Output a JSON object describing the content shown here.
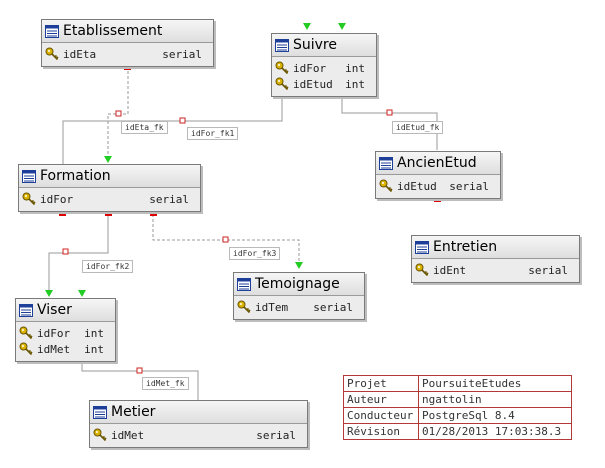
{
  "tables": {
    "etablissement": {
      "name": "Etablissement",
      "columns": [
        {
          "name": "idEta",
          "type": "serial",
          "icon": "key-icon"
        }
      ]
    },
    "suivre": {
      "name": "Suivre",
      "columns": [
        {
          "name": "idFor",
          "type": "int",
          "icon": "key-icon"
        },
        {
          "name": "idEtud",
          "type": "int",
          "icon": "key-icon"
        }
      ]
    },
    "formation": {
      "name": "Formation",
      "columns": [
        {
          "name": "idFor",
          "type": "serial",
          "icon": "key-icon"
        }
      ]
    },
    "ancienetud": {
      "name": "AncienEtud",
      "columns": [
        {
          "name": "idEtud",
          "type": "serial",
          "icon": "key-icon"
        }
      ]
    },
    "entretien": {
      "name": "Entretien",
      "columns": [
        {
          "name": "idEnt",
          "type": "serial",
          "icon": "key-icon"
        }
      ]
    },
    "temoignage": {
      "name": "Temoignage",
      "columns": [
        {
          "name": "idTem",
          "type": "serial",
          "icon": "key-icon"
        }
      ]
    },
    "viser": {
      "name": "Viser",
      "columns": [
        {
          "name": "idFor",
          "type": "int",
          "icon": "key-icon"
        },
        {
          "name": "idMet",
          "type": "int",
          "icon": "key-icon"
        }
      ]
    },
    "metier": {
      "name": "Metier",
      "columns": [
        {
          "name": "idMet",
          "type": "serial",
          "icon": "key-icon"
        }
      ]
    }
  },
  "relations": {
    "ideta_fk": "idEta_fk",
    "idfor_fk1": "idFor_fk1",
    "idetud_fk": "idEtud_fk",
    "idfor_fk2": "idFor_fk2",
    "idfor_fk3": "idFor_fk3",
    "idmet_fk": "idMet_fk"
  },
  "metadata": {
    "rows": [
      {
        "key": "Projet",
        "value": "PoursuiteEtudes"
      },
      {
        "key": "Auteur",
        "value": "ngattolin"
      },
      {
        "key": "Conducteur",
        "value": "PostgreSql 8.4"
      },
      {
        "key": "Révision",
        "value": "01/28/2013 17:03:38.3"
      }
    ]
  },
  "colors": {
    "table_border": "#7a7a7a",
    "table_bg": "#ececec",
    "connector_line": "#9a9a9a",
    "pk_marker": "#dd0000",
    "fk_arrow": "#22cc22",
    "metadata_border": "#b03a3a"
  }
}
